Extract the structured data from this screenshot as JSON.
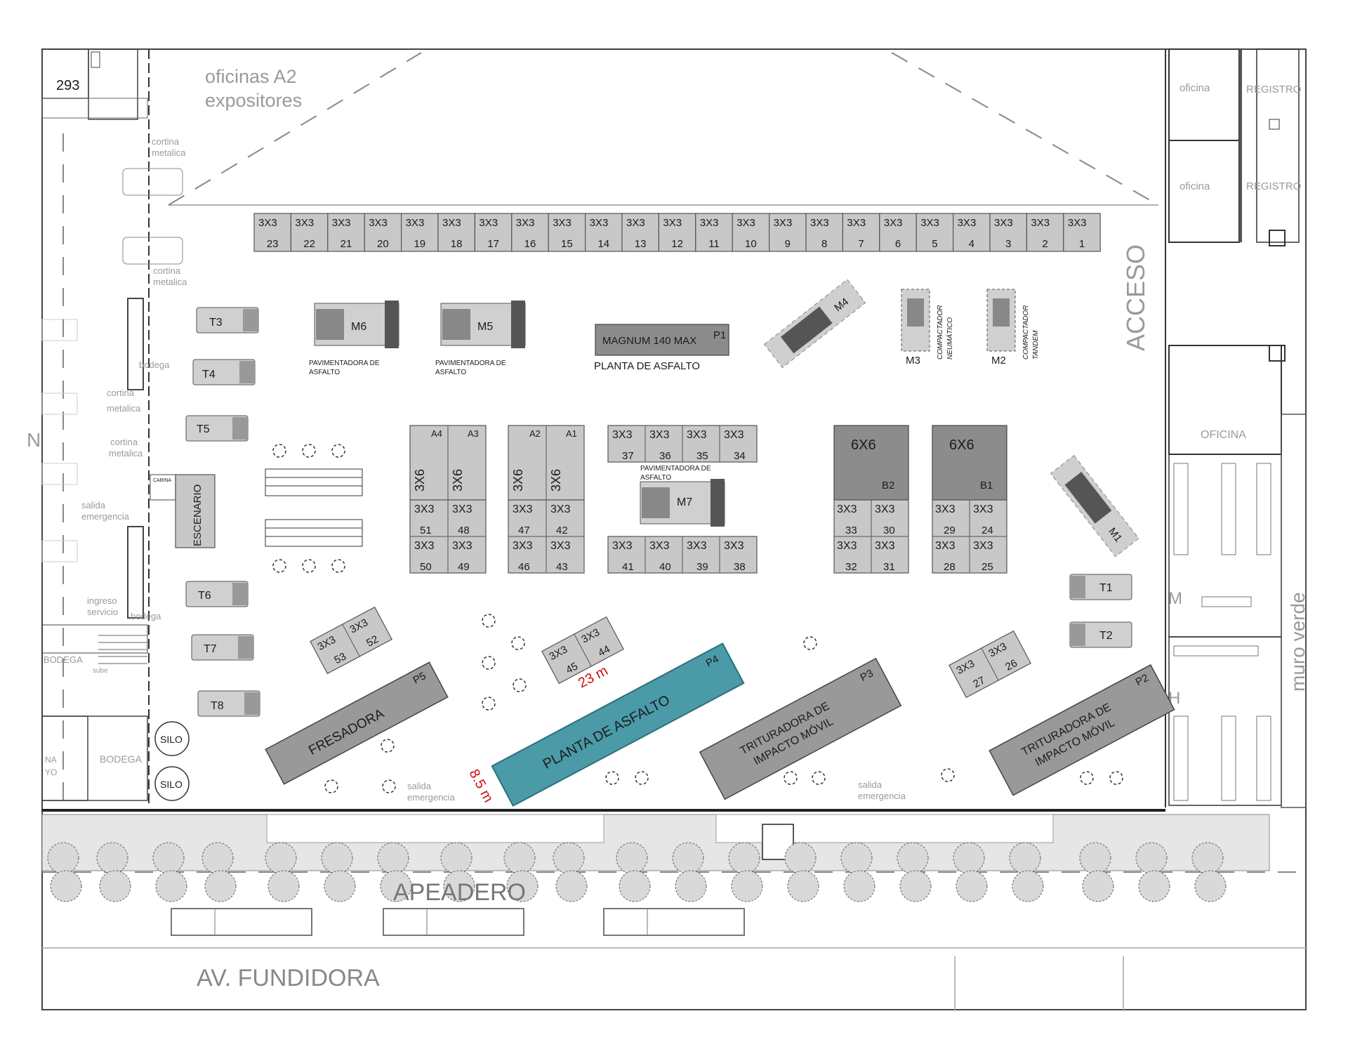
{
  "plan": {
    "area_number": "293",
    "oficinas": "oficinas A2",
    "expositores": "expositores",
    "north": "N",
    "acceso": "ACCESO",
    "muro_verde": "muro verde",
    "street": "AV. FUNDIDORA",
    "apeadero": "APEADERO",
    "dim_length": "23 m",
    "dim_width": "8.5 m"
  },
  "left_labels": [
    {
      "id": "cortina1a",
      "text": "cortina"
    },
    {
      "id": "cortina1b",
      "text": "metalica"
    },
    {
      "id": "cortina2a",
      "text": "cortina"
    },
    {
      "id": "cortina2b",
      "text": "metalica"
    },
    {
      "id": "bodega1",
      "text": "bodega"
    },
    {
      "id": "cortina3a",
      "text": "cortina"
    },
    {
      "id": "cortina3b",
      "text": "metalica"
    },
    {
      "id": "cortina4a",
      "text": "cortina"
    },
    {
      "id": "cortina4b",
      "text": "metalica"
    },
    {
      "id": "salida1a",
      "text": "salida"
    },
    {
      "id": "salida1b",
      "text": "emergencia"
    },
    {
      "id": "ingreso1",
      "text": "ingreso"
    },
    {
      "id": "ingreso2",
      "text": "servicio"
    },
    {
      "id": "bodega2",
      "text": "bodega"
    },
    {
      "id": "bodega3",
      "text": "BODEGA"
    },
    {
      "id": "bodega4",
      "text": "BODEGA"
    },
    {
      "id": "sube",
      "text": "sube"
    },
    {
      "id": "na",
      "text": "NA"
    },
    {
      "id": "yo",
      "text": "YO"
    }
  ],
  "right_labels": {
    "oficina1": "oficina",
    "registro1": "REGISTRO",
    "oficina2": "oficina",
    "registro2": "REGISTRO",
    "oficina3": "OFICINA",
    "m_label": "M",
    "h_label": "H"
  },
  "top_booths": [
    {
      "size": "3X3",
      "num": "23"
    },
    {
      "size": "3X3",
      "num": "22"
    },
    {
      "size": "3X3",
      "num": "21"
    },
    {
      "size": "3X3",
      "num": "20"
    },
    {
      "size": "3X3",
      "num": "19"
    },
    {
      "size": "3X3",
      "num": "18"
    },
    {
      "size": "3X3",
      "num": "17"
    },
    {
      "size": "3X3",
      "num": "16"
    },
    {
      "size": "3X3",
      "num": "15"
    },
    {
      "size": "3X3",
      "num": "14"
    },
    {
      "size": "3X3",
      "num": "13"
    },
    {
      "size": "3X3",
      "num": "12"
    },
    {
      "size": "3X3",
      "num": "11"
    },
    {
      "size": "3X3",
      "num": "10"
    },
    {
      "size": "3X3",
      "num": "9"
    },
    {
      "size": "3X3",
      "num": "8"
    },
    {
      "size": "3X3",
      "num": "7"
    },
    {
      "size": "3X3",
      "num": "6"
    },
    {
      "size": "3X3",
      "num": "5"
    },
    {
      "size": "3X3",
      "num": "4"
    },
    {
      "size": "3X3",
      "num": "3"
    },
    {
      "size": "3X3",
      "num": "2"
    },
    {
      "size": "3X3",
      "num": "1"
    }
  ],
  "trucks": [
    "T3",
    "T4",
    "T5",
    "T6",
    "T7",
    "T8",
    "T1",
    "T2"
  ],
  "machines": {
    "m6": "M6",
    "m5": "M5",
    "m7": "M7",
    "m4": "M4",
    "m3": "M3",
    "m2": "M2",
    "m1": "M1",
    "pav_a": "PAVIMENTADORA DE",
    "pav_b": "ASFALTO",
    "comp_neu_a": "COMPACTADOR",
    "comp_neu_b": "NEUMÁTICO",
    "comp_tan_a": "COMPACTADOR",
    "comp_tan_b": "TANDEM"
  },
  "p1": {
    "name": "MAGNUM 140 MAX",
    "id": "P1",
    "caption": "PLANTA DE ASFALTO"
  },
  "escenario": {
    "name": "ESCENARIO",
    "cabina": "CABINA"
  },
  "blocks": {
    "a4": "A4",
    "a3": "A3",
    "a2": "A2",
    "a1": "A1",
    "size36": "3X6",
    "size33": "3X3",
    "size66": "6X6",
    "b2": "B2",
    "b1": "B1",
    "n51": "51",
    "n48": "48",
    "n50": "50",
    "n49": "49",
    "n47": "47",
    "n42": "42",
    "n46": "46",
    "n43": "43",
    "n37": "37",
    "n36": "36",
    "n35": "35",
    "n34": "34",
    "n41": "41",
    "n40": "40",
    "n39": "39",
    "n38": "38",
    "n33": "33",
    "n30": "30",
    "n32": "32",
    "n31": "31",
    "n29": "29",
    "n24": "24",
    "n28": "28",
    "n25": "25",
    "n53": "53",
    "n52": "52",
    "n45": "45",
    "n44": "44",
    "n27": "27",
    "n26": "26"
  },
  "plants": {
    "p5": "P5",
    "fresadora": "FRESADORA",
    "p4": "P4",
    "planta": "PLANTA DE ASFALTO",
    "p3": "P3",
    "p2": "P2",
    "trit_a": "TRITURADORA DE",
    "trit_b": "IMPACTO MÓVIL"
  },
  "bottom_labels": {
    "silo": "SILO",
    "salida": "salida",
    "emergencia": "emergencia"
  },
  "colors": {
    "highlight": "#4a9aa8",
    "booth": "#c8c8c8",
    "dark_booth": "#8c8c8c"
  }
}
